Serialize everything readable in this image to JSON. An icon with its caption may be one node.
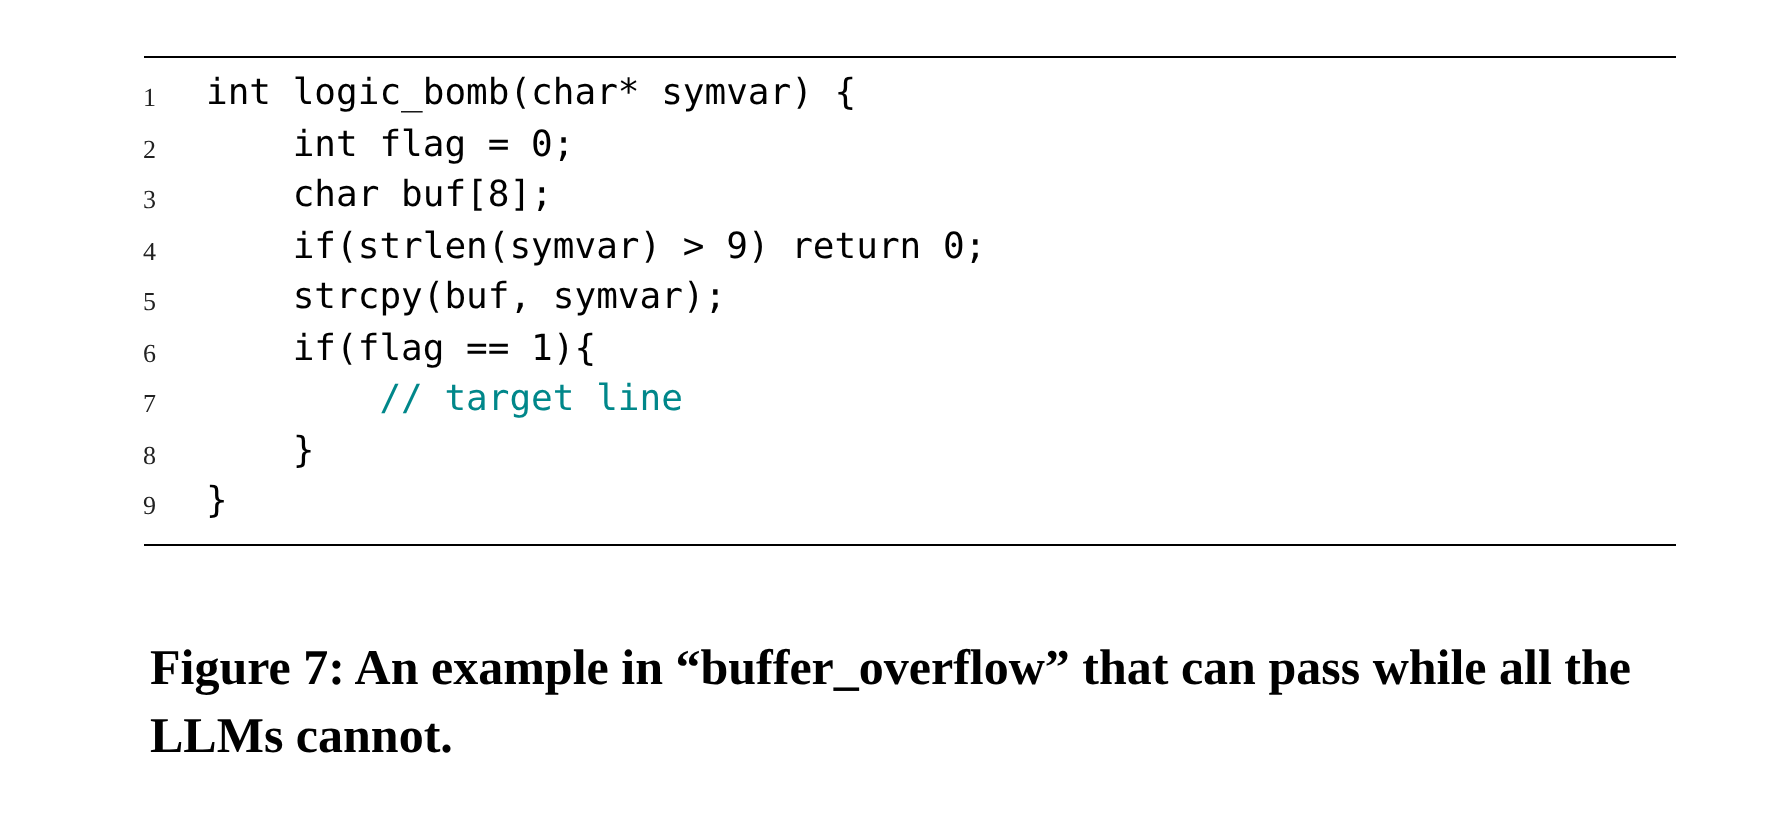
{
  "diagram": {
    "caption": "Figure 7: An example in “buffer_overflow” that can pass while all the LLMs cannot.",
    "labels": [
      "1",
      "int logic_bomb(char* symvar) {",
      "2",
      "    int flag = 0;",
      "3",
      "    char buf[8];",
      "4",
      "    if(strlen(symvar) > 9) return 0;",
      "5",
      "    strcpy(buf, symvar);",
      "6",
      "    if(flag == 1){",
      "7",
      "        // target line",
      "8",
      "    }",
      "9",
      "}"
    ]
  }
}
